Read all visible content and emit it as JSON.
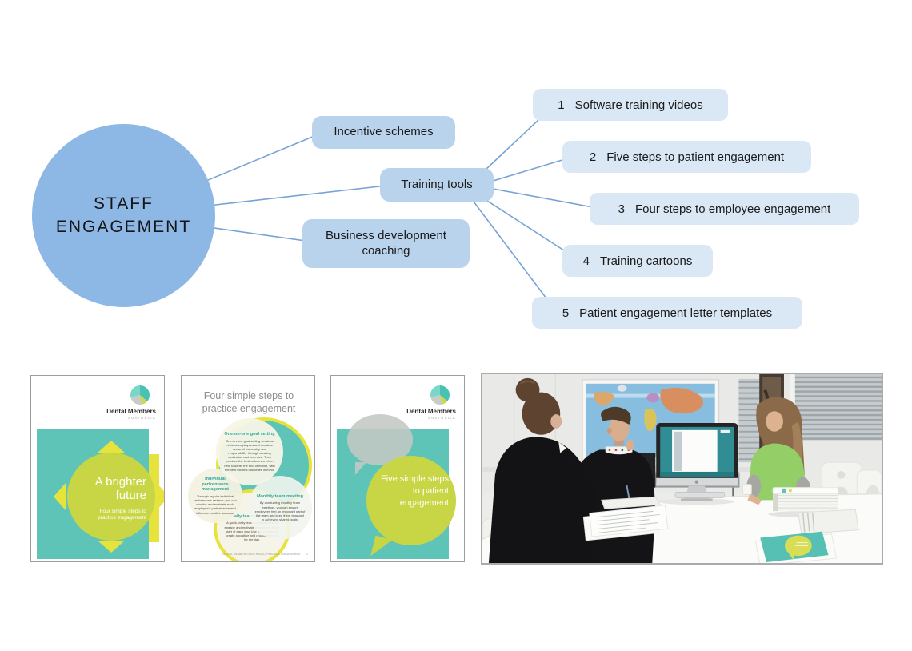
{
  "diagram": {
    "root_label": "STAFF ENGAGEMENT",
    "branches": [
      {
        "label": "Incentive schemes"
      },
      {
        "label": "Training tools"
      },
      {
        "label": "Business development coaching"
      }
    ],
    "training_items": [
      {
        "number": "1",
        "label": "Software training videos"
      },
      {
        "number": "2",
        "label": "Five steps to patient engagement"
      },
      {
        "number": "3",
        "label": "Four steps to employee engagement"
      },
      {
        "number": "4",
        "label": "Training cartoons"
      },
      {
        "number": "5",
        "label": "Patient engagement letter templates"
      }
    ]
  },
  "covers": [
    {
      "brand": "Dental Members",
      "brand_sub": "AUSTRALIA",
      "title": "A brighter future",
      "subtitle": "Four simple steps to practice engagement"
    },
    {
      "title": "Four simple steps to practice engagement",
      "steps": [
        {
          "heading": "One-on-one goal setting",
          "body": "One-on-one goal setting sessions refocus employees and create a sense of ownership and responsibility through creating motivation and incentive. They produce the best outcomes when held towards the end of month, with the next months outcomes in mind."
        },
        {
          "heading": "Individual performance management",
          "body": "Through regular individual performance reviews, you can monitor and evaluate each employee's performance and influence positive success."
        },
        {
          "heading": "Monthly team meeting",
          "body": "By conducting monthly team meetings, you can ensure employees feel an important part of the team and keep them engaged in achieving shared goals."
        },
        {
          "heading": "Daily team catch-up",
          "body": "A quick, daily team meeting helps to engage and motivate employees at the start of each day. Use this meeting to create a positive and proactive mood for the day."
        }
      ],
      "footer": "DENTAL MEMBERS AUSTRALIA | PRACTICE ENGAGEMENT",
      "page_number": "1"
    },
    {
      "brand": "Dental Members",
      "brand_sub": "AUSTRALIA",
      "title": "Five simple steps to patient engagement"
    }
  ],
  "colors": {
    "node_blue": "#8DB7E5",
    "branch_box_blue": "#B9D3ED",
    "item_box_blue": "#DAE7F5",
    "connector_blue": "#76A3D4",
    "teal": "#5FC4B8",
    "yellow_green": "#C8D645",
    "bright_yellow": "#E6E33C"
  }
}
